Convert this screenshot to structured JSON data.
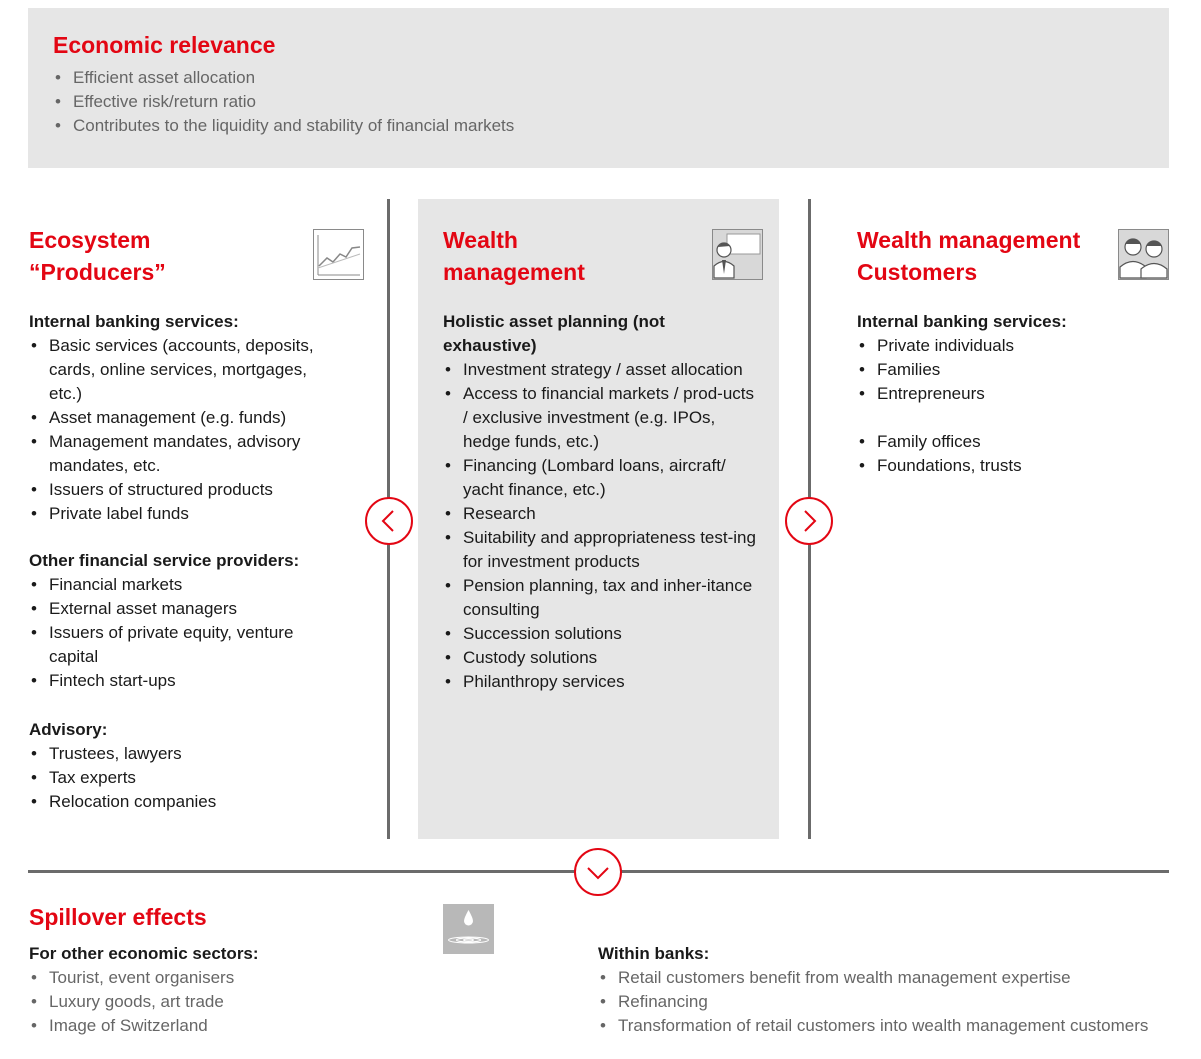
{
  "economic_relevance": {
    "title": "Economic relevance",
    "items": [
      "Efficient asset allocation",
      "Effective risk/return ratio",
      "Contributes to the liquidity and stability of financial markets"
    ]
  },
  "producers": {
    "title_line1": "Ecosystem",
    "title_line2": "“Producers”",
    "icon": "line-chart-icon",
    "sections": [
      {
        "heading": "Internal banking services:",
        "items": [
          "Basic services (accounts, deposits, cards, online services, mortgages, etc.)",
          "Asset management (e.g. funds)",
          "Management mandates, advisory mandates, etc.",
          "Issuers of structured products",
          "Private label funds"
        ]
      },
      {
        "heading": "Other financial service providers:",
        "items": [
          "Financial markets",
          "External asset managers",
          "Issuers of private equity, venture capital",
          "Fintech start-ups"
        ]
      },
      {
        "heading": "Advisory:",
        "items": [
          "Trustees, lawyers",
          "Tax experts",
          "Relocation companies"
        ]
      }
    ]
  },
  "wealth_management": {
    "title_line1": "Wealth",
    "title_line2": "management",
    "icon": "advisor-icon",
    "heading": "Holistic asset planning (not exhaustive)",
    "items": [
      "Investment strategy / asset allocation",
      "Access to financial markets / prod-ucts / exclusive investment (e.g. IPOs, hedge funds, etc.)",
      "Financing (Lombard loans, aircraft/ yacht finance, etc.)",
      "Research",
      "Suitability and appropriateness test-ing for investment products",
      "Pension planning, tax and inher-itance consulting",
      "Succession solutions",
      "Custody solutions",
      "Philanthropy services"
    ]
  },
  "customers": {
    "title_line1": "Wealth management",
    "title_line2": "Customers",
    "icon": "two-people-icon",
    "heading": "Internal banking services:",
    "items_group1": [
      "Private individuals",
      "Families",
      "Entrepreneurs"
    ],
    "items_group2": [
      "Family offices",
      "Foundations, trusts"
    ]
  },
  "spillover": {
    "title": "Spillover effects",
    "icon": "water-drop-icon",
    "left_heading": "For other economic sectors:",
    "left_items": [
      "Tourist, event organisers",
      "Luxury goods, art trade",
      "Image of Switzerland"
    ],
    "right_heading": "Within banks:",
    "right_items": [
      "Retail customers benefit from wealth management expertise",
      "Refinancing",
      "Transformation of retail customers into wealth management customers"
    ]
  },
  "colors": {
    "accent": "#e30613",
    "panel": "#e6e6e6",
    "divider": "#6b6b6b"
  }
}
